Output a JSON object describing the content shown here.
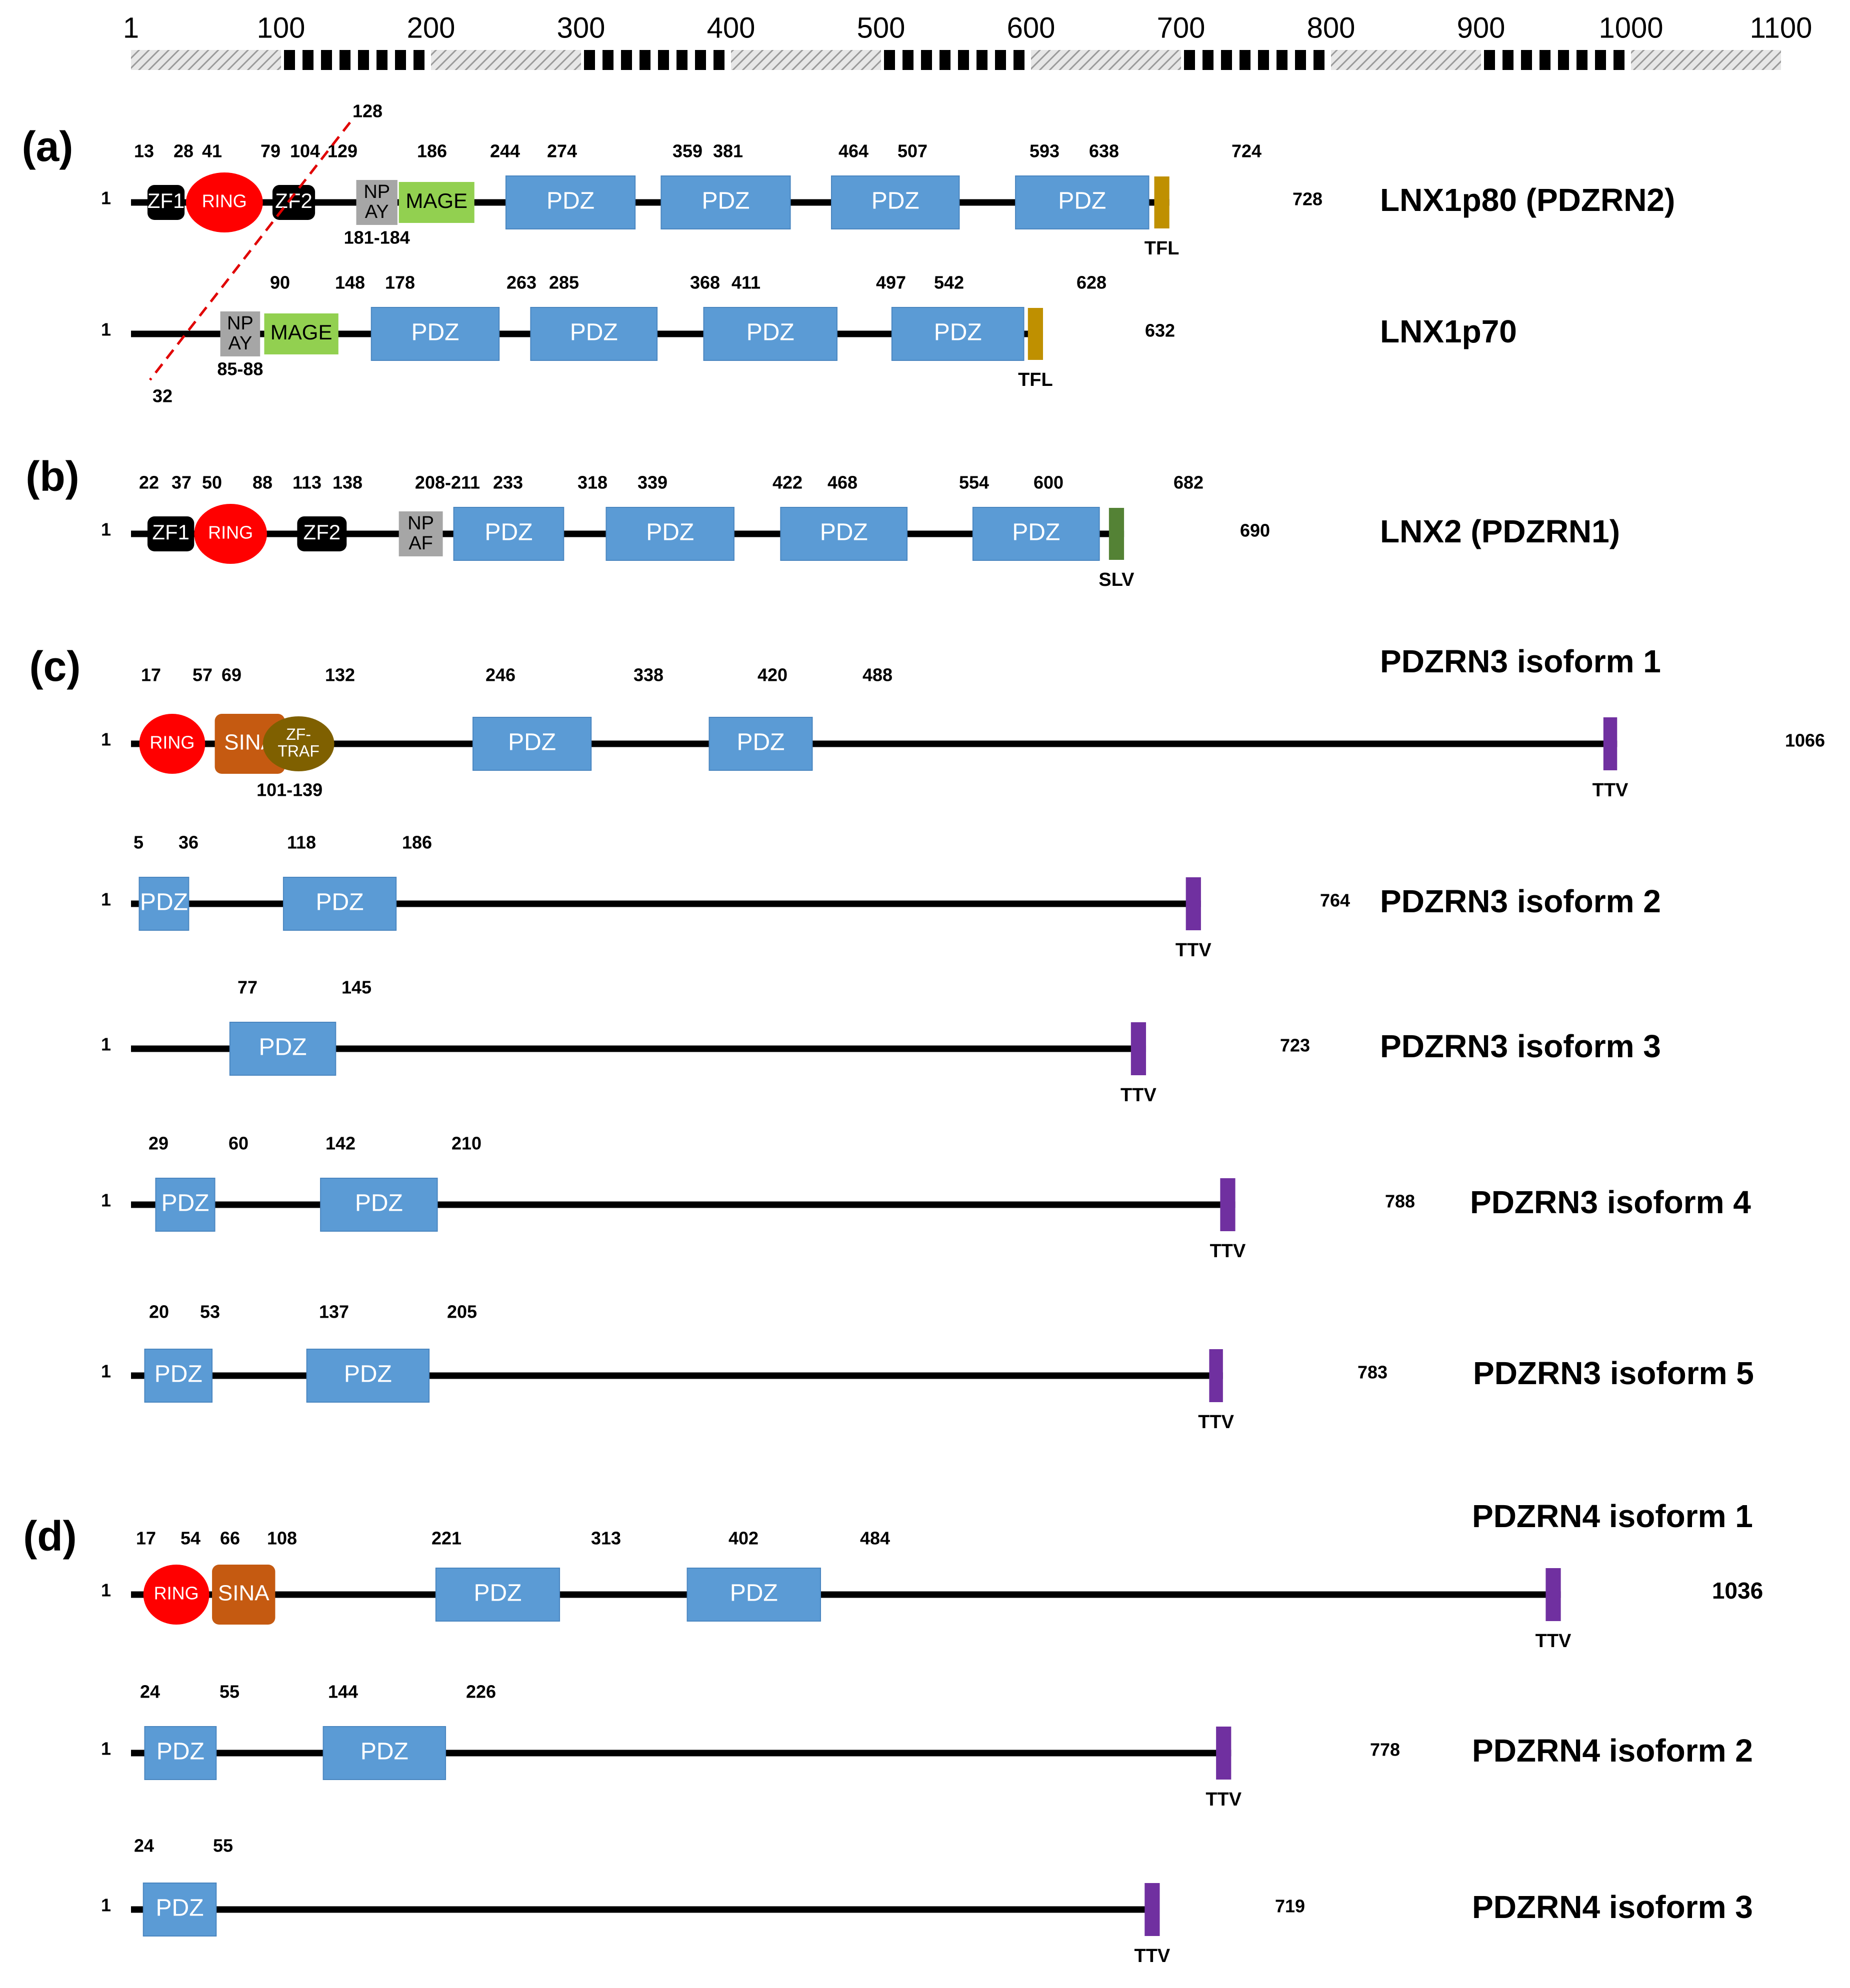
{
  "scale": {
    "tick_labels": [
      "1",
      "100",
      "200",
      "300",
      "400",
      "500",
      "600",
      "700",
      "800",
      "900",
      "1000",
      "1100"
    ]
  },
  "colors": {
    "backbone": "#000000",
    "pdz": "#5b9bd5",
    "mage": "#92d050",
    "npxy": "#a6a6a6",
    "zf": "#000000",
    "ring": "#ff0000",
    "sina": "#c55a11",
    "zftraf": "#7f6000",
    "tfl": "#bf9000",
    "slv": "#548235",
    "ttv": "#7030a0",
    "red_dash": "#e00000",
    "scale_dark": "#000000",
    "scale_light": "#d9d9d9"
  },
  "panels": {
    "a": "(a)",
    "b": "(b)",
    "c": "(c)",
    "d": "(d)"
  },
  "proteins": [
    {
      "panel": "a",
      "name": "LNX1p80 (PDZRN2)",
      "start_label": "1",
      "length": "728",
      "position_labels": [
        "13",
        "28",
        "41",
        "79",
        "104",
        "129",
        "186",
        "244",
        "274",
        "359",
        "381",
        "464",
        "507",
        "593",
        "638",
        "724"
      ],
      "domains": [
        {
          "kind": "zf",
          "label": "ZF1",
          "start": 13,
          "end": 40
        },
        {
          "kind": "ring",
          "label": "RING",
          "start": 41,
          "end": 97
        },
        {
          "kind": "zf",
          "label": "ZF2",
          "start": 104,
          "end": 135
        },
        {
          "kind": "npxy",
          "label": "NP\nAY",
          "start": 165,
          "end": 195,
          "sublabel": "181-184"
        },
        {
          "kind": "mage",
          "label": "MAGE",
          "start": 196,
          "end": 251
        },
        {
          "kind": "pdz",
          "label": "PDZ",
          "start": 274,
          "end": 368
        },
        {
          "kind": "pdz",
          "label": "PDZ",
          "start": 387,
          "end": 481
        },
        {
          "kind": "pdz",
          "label": "PDZ",
          "start": 511,
          "end": 604
        },
        {
          "kind": "pdz",
          "label": "PDZ",
          "start": 645,
          "end": 742
        },
        {
          "kind": "tfl",
          "label": "TFL",
          "start": 746,
          "end": 757
        }
      ]
    },
    {
      "panel": "a",
      "name": "LNX1p70",
      "start_label": "1",
      "length": "632",
      "position_labels": [
        "90",
        "148",
        "178",
        "263",
        "285",
        "368",
        "411",
        "497",
        "542",
        "628"
      ],
      "domains": [
        {
          "kind": "npxy",
          "label": "NP\nAY",
          "start": 66,
          "end": 95,
          "sublabel": "85-88"
        },
        {
          "kind": "mage",
          "label": "MAGE",
          "start": 98,
          "end": 152
        },
        {
          "kind": "pdz",
          "label": "PDZ",
          "start": 176,
          "end": 269
        },
        {
          "kind": "pdz",
          "label": "PDZ",
          "start": 292,
          "end": 384
        },
        {
          "kind": "pdz",
          "label": "PDZ",
          "start": 418,
          "end": 515
        },
        {
          "kind": "pdz",
          "label": "PDZ",
          "start": 555,
          "end": 651
        },
        {
          "kind": "tfl",
          "label": "TFL",
          "start": 654,
          "end": 665
        }
      ],
      "dashed_labels": {
        "top": "128",
        "bottom": "32"
      }
    },
    {
      "panel": "b",
      "name": "LNX2 (PDZRN1)",
      "start_label": "1",
      "length": "690",
      "position_labels": [
        "22",
        "37",
        "50",
        "88",
        "113",
        "138",
        "208-211",
        "233",
        "318",
        "339",
        "422",
        "468",
        "554",
        "600",
        "682"
      ],
      "domains": [
        {
          "kind": "zf",
          "label": "ZF1",
          "start": 13,
          "end": 47
        },
        {
          "kind": "ring",
          "label": "RING",
          "start": 47,
          "end": 100
        },
        {
          "kind": "zf",
          "label": "ZF2",
          "start": 122,
          "end": 158
        },
        {
          "kind": "npxy",
          "label": "NP\nAF",
          "start": 196,
          "end": 228
        },
        {
          "kind": "pdz",
          "label": "PDZ",
          "start": 236,
          "end": 316
        },
        {
          "kind": "pdz",
          "label": "PDZ",
          "start": 347,
          "end": 440
        },
        {
          "kind": "pdz",
          "label": "PDZ",
          "start": 474,
          "end": 566
        },
        {
          "kind": "pdz",
          "label": "PDZ",
          "start": 614,
          "end": 706
        },
        {
          "kind": "slv",
          "label": "SLV",
          "start": 713,
          "end": 724
        }
      ]
    },
    {
      "panel": "c",
      "name": "PDZRN3 isoform 1",
      "start_label": "1",
      "length": "1066",
      "position_labels": [
        "17",
        "57",
        "69",
        "132",
        "246",
        "338",
        "420",
        "488"
      ],
      "domains": [
        {
          "kind": "ring",
          "label": "RING",
          "start": 7,
          "end": 55
        },
        {
          "kind": "sina",
          "label": "SINA",
          "start": 62,
          "end": 113
        },
        {
          "kind": "zftraf",
          "label": "ZF-\nTRAF",
          "start": 97,
          "end": 149,
          "sublabel": "101-139"
        },
        {
          "kind": "pdz",
          "label": "PDZ",
          "start": 250,
          "end": 336
        },
        {
          "kind": "pdz",
          "label": "PDZ",
          "start": 422,
          "end": 497
        },
        {
          "kind": "ttv",
          "label": "TTV",
          "start": 1073,
          "end": 1083
        }
      ]
    },
    {
      "panel": "c",
      "name": "PDZRN3 isoform 2",
      "start_label": "1",
      "length": "764",
      "position_labels": [
        "5",
        "36",
        "118",
        "186"
      ],
      "domains": [
        {
          "kind": "pdz",
          "label": "PDZ",
          "start": 7,
          "end": 43
        },
        {
          "kind": "pdz",
          "label": "PDZ",
          "start": 112,
          "end": 194
        },
        {
          "kind": "ttv",
          "label": "TTV",
          "start": 769,
          "end": 780
        }
      ]
    },
    {
      "panel": "c",
      "name": "PDZRN3 isoform 3",
      "start_label": "1",
      "length": "723",
      "position_labels": [
        "77",
        "145"
      ],
      "domains": [
        {
          "kind": "pdz",
          "label": "PDZ",
          "start": 73,
          "end": 150
        },
        {
          "kind": "ttv",
          "label": "TTV",
          "start": 729,
          "end": 740
        }
      ]
    },
    {
      "panel": "c",
      "name": "PDZRN3 isoform 4",
      "start_label": "1",
      "length": "788",
      "position_labels": [
        "29",
        "60",
        "142",
        "210"
      ],
      "domains": [
        {
          "kind": "pdz",
          "label": "PDZ",
          "start": 19,
          "end": 62
        },
        {
          "kind": "pdz",
          "label": "PDZ",
          "start": 139,
          "end": 224
        },
        {
          "kind": "ttv",
          "label": "TTV",
          "start": 794,
          "end": 805
        }
      ]
    },
    {
      "panel": "c",
      "name": "PDZRN3 isoform 5",
      "start_label": "1",
      "length": "783",
      "position_labels": [
        "20",
        "53",
        "137",
        "205"
      ],
      "domains": [
        {
          "kind": "pdz",
          "label": "PDZ",
          "start": 11,
          "end": 60
        },
        {
          "kind": "pdz",
          "label": "PDZ",
          "start": 129,
          "end": 218
        },
        {
          "kind": "ttv",
          "label": "TTV",
          "start": 786,
          "end": 796
        }
      ]
    },
    {
      "panel": "d",
      "name": "PDZRN4 isoform 1",
      "start_label": "1",
      "length": "1036",
      "position_labels": [
        "17",
        "54",
        "66",
        "108",
        "221",
        "313",
        "402",
        "484"
      ],
      "domains": [
        {
          "kind": "ring",
          "label": "RING",
          "start": 10,
          "end": 58
        },
        {
          "kind": "sina",
          "label": "SINA",
          "start": 60,
          "end": 106
        },
        {
          "kind": "pdz",
          "label": "PDZ",
          "start": 223,
          "end": 313
        },
        {
          "kind": "pdz",
          "label": "PDZ",
          "start": 406,
          "end": 503
        },
        {
          "kind": "ttv",
          "label": "TTV",
          "start": 1031,
          "end": 1042
        }
      ]
    },
    {
      "panel": "d",
      "name": "PDZRN4 isoform 2",
      "start_label": "1",
      "length": "778",
      "position_labels": [
        "24",
        "55",
        "144",
        "226"
      ],
      "domains": [
        {
          "kind": "pdz",
          "label": "PDZ",
          "start": 11,
          "end": 63
        },
        {
          "kind": "pdz",
          "label": "PDZ",
          "start": 141,
          "end": 230
        },
        {
          "kind": "ttv",
          "label": "TTV",
          "start": 791,
          "end": 802
        }
      ]
    },
    {
      "panel": "d",
      "name": "PDZRN4 isoform 3",
      "start_label": "1",
      "length": "719",
      "position_labels": [
        "24",
        "55"
      ],
      "domains": [
        {
          "kind": "pdz",
          "label": "PDZ",
          "start": 10,
          "end": 63
        },
        {
          "kind": "ttv",
          "label": "TTV",
          "start": 739,
          "end": 750
        }
      ]
    }
  ]
}
